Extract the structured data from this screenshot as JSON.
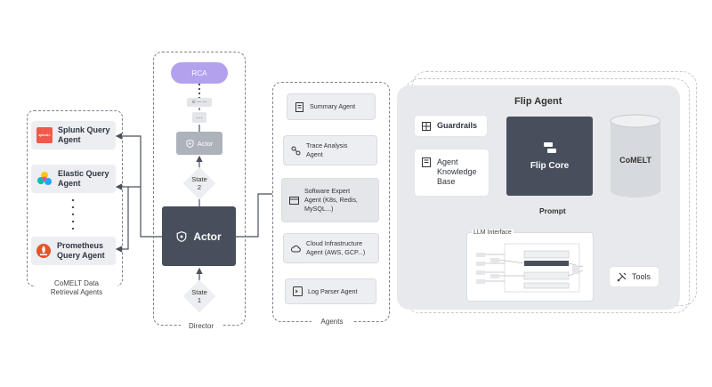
{
  "retrieval": {
    "label": "CoMELT Data\nRetrieval Agents",
    "splunk": "Splunk Query\nAgent",
    "elastic": "Elastic Query\nAgent",
    "prometheus": "Prometheus\nQuery Agent",
    "splunk_logo": "splunk>"
  },
  "director": {
    "label": "Director",
    "rca": "RCA",
    "mini_dots": "…",
    "small_actor": "Actor",
    "state2": "State\n2",
    "actor": "Actor",
    "state1": "State\n1"
  },
  "agents": {
    "label": "Agents",
    "items": [
      {
        "label": "Summary Agent",
        "icon": "document-icon"
      },
      {
        "label": "Trace Analysis\nAgent",
        "icon": "trace-icon"
      },
      {
        "label": "Software Expert\nAgent (K8s, Redis,\nMySQL...)",
        "icon": "window-icon"
      },
      {
        "label": "Cloud Infrastructure\nAgent (AWS, GCP...)",
        "icon": "cloud-icon"
      },
      {
        "label": "Log Parser Agent",
        "icon": "terminal-icon"
      }
    ]
  },
  "flip": {
    "title": "Flip Agent",
    "guardrails": "Guardrails",
    "knowledge": "Agent\nKnowledge\nBase",
    "core": "Flip Core",
    "comelt": "CoMELT",
    "prompt": "Prompt",
    "llm": "LLM Interface",
    "tools": "Tools"
  }
}
